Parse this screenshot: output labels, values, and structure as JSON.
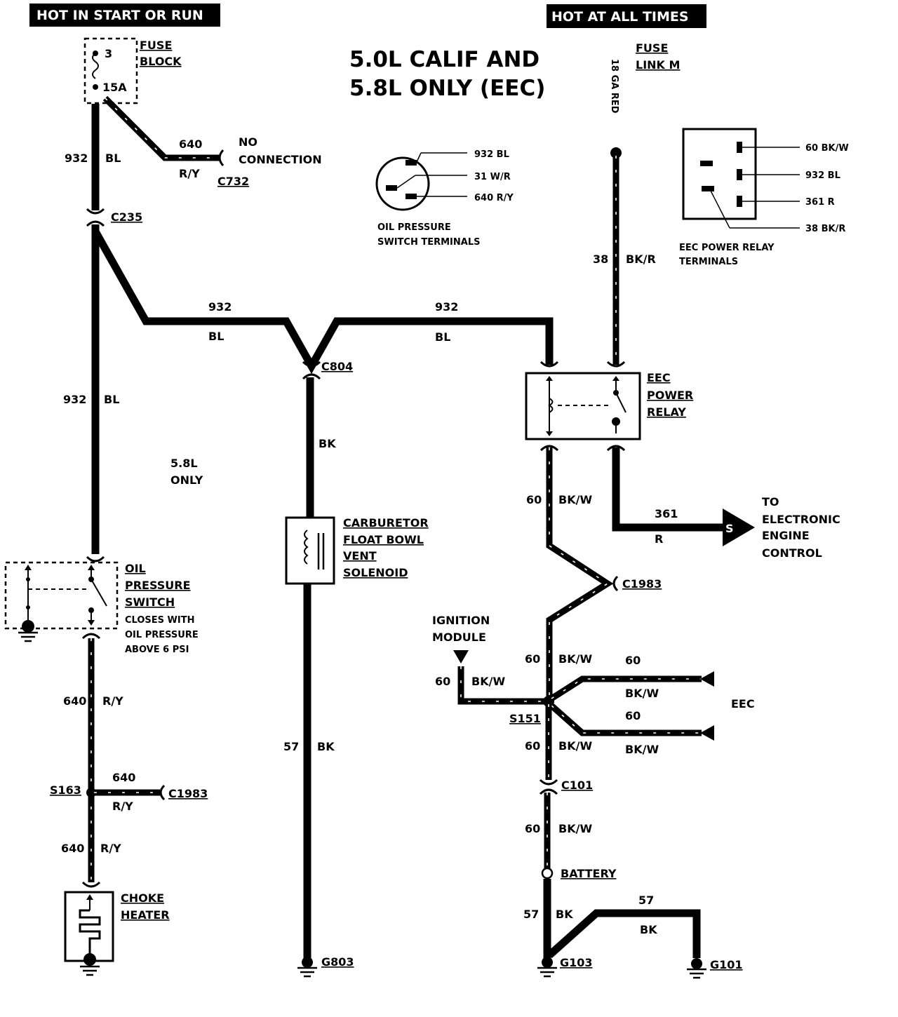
{
  "headers": {
    "left": "HOT IN START OR RUN",
    "right": "HOT AT ALL TIMES"
  },
  "title": {
    "line1": "5.0L CALIF AND",
    "line2": "5.8L ONLY (EEC)"
  },
  "fuse_block": {
    "label1": "FUSE",
    "label2": "BLOCK",
    "number": "3",
    "rating": "15A"
  },
  "fuse_link": {
    "label1": "FUSE",
    "label2": "LINK M",
    "gauge": "18 GA RED"
  },
  "no_connection": {
    "circuit": "640",
    "color": "R/Y",
    "text1": "NO",
    "text2": "CONNECTION",
    "connector": "C732"
  },
  "wire_labels": {
    "w932_bl_upper": {
      "circuit": "932",
      "color": "BL"
    },
    "w932_bl_lower": {
      "circuit": "932",
      "color": "BL"
    },
    "w932_horiz_left": {
      "circuit": "932",
      "color": "BL"
    },
    "w932_horiz_right": {
      "circuit": "932",
      "color": "BL"
    },
    "w38": {
      "circuit": "38",
      "color": "BK/R"
    },
    "wbk_solenoid": {
      "color": "BK"
    },
    "w57_bk_left": {
      "circuit": "57",
      "color": "BK"
    },
    "w60_relay": {
      "circuit": "60",
      "color": "BK/W"
    },
    "w361": {
      "circuit": "361",
      "color": "R"
    },
    "w640_upper": {
      "circuit": "640",
      "color": "R/Y"
    },
    "w640_branch": {
      "circuit": "640",
      "color": "R/Y"
    },
    "w640_lower": {
      "circuit": "640",
      "color": "R/Y"
    },
    "w60_upper": {
      "circuit": "60",
      "color": "BK/W"
    },
    "w60_ign": {
      "circuit": "60",
      "color": "BK/W"
    },
    "w60_eec1": {
      "circuit": "60",
      "color": "BK/W"
    },
    "w60_eec2": {
      "circuit": "60",
      "color": "BK/W"
    },
    "w60_lower": {
      "circuit": "60",
      "color": "BK/W"
    },
    "w60_bottom": {
      "circuit": "60",
      "color": "BK/W"
    },
    "w57_bk_right": {
      "circuit": "57",
      "color": "BK"
    },
    "w57_bk_g101": {
      "circuit": "57",
      "color": "BK"
    }
  },
  "connectors": {
    "c235": "C235",
    "c804": "C804",
    "c1983_upper": "C1983",
    "c1983_lower": "C1983",
    "s163": "S163",
    "s151": "S151",
    "c101": "C101"
  },
  "grounds": {
    "g803": "G803",
    "g103": "G103",
    "g101": "G101"
  },
  "battery": "BATTERY",
  "oil_switch_terminals": {
    "t1": "932 BL",
    "t2": "31 W/R",
    "t3": "640 R/Y",
    "caption1": "OIL PRESSURE",
    "caption2": "SWITCH TERMINALS"
  },
  "eec_relay_terminals": {
    "t1": "60 BK/W",
    "t2": "932 BL",
    "t3": "361 R",
    "t4": "38 BK/R",
    "caption1": "EEC POWER RELAY",
    "caption2": "TERMINALS"
  },
  "eec_power_relay": {
    "l1": "EEC",
    "l2": "POWER",
    "l3": "RELAY"
  },
  "oil_pressure_switch": {
    "l1": "OIL",
    "l2": "PRESSURE",
    "l3": "SWITCH",
    "n1": "CLOSES WITH",
    "n2": "OIL PRESSURE",
    "n3": "ABOVE 6 PSI"
  },
  "solenoid": {
    "l1": "CARBURETOR",
    "l2": "FLOAT BOWL",
    "l3": "VENT",
    "l4": "SOLENOID"
  },
  "note_58": {
    "l1": "5.8L",
    "l2": "ONLY"
  },
  "eec_destination": {
    "symbol": "S",
    "l1": "TO",
    "l2": "ELECTRONIC",
    "l3": "ENGINE",
    "l4": "CONTROL"
  },
  "ignition_module": {
    "l1": "IGNITION",
    "l2": "MODULE"
  },
  "eec_label": "EEC",
  "choke_heater": {
    "l1": "CHOKE",
    "l2": "HEATER"
  }
}
